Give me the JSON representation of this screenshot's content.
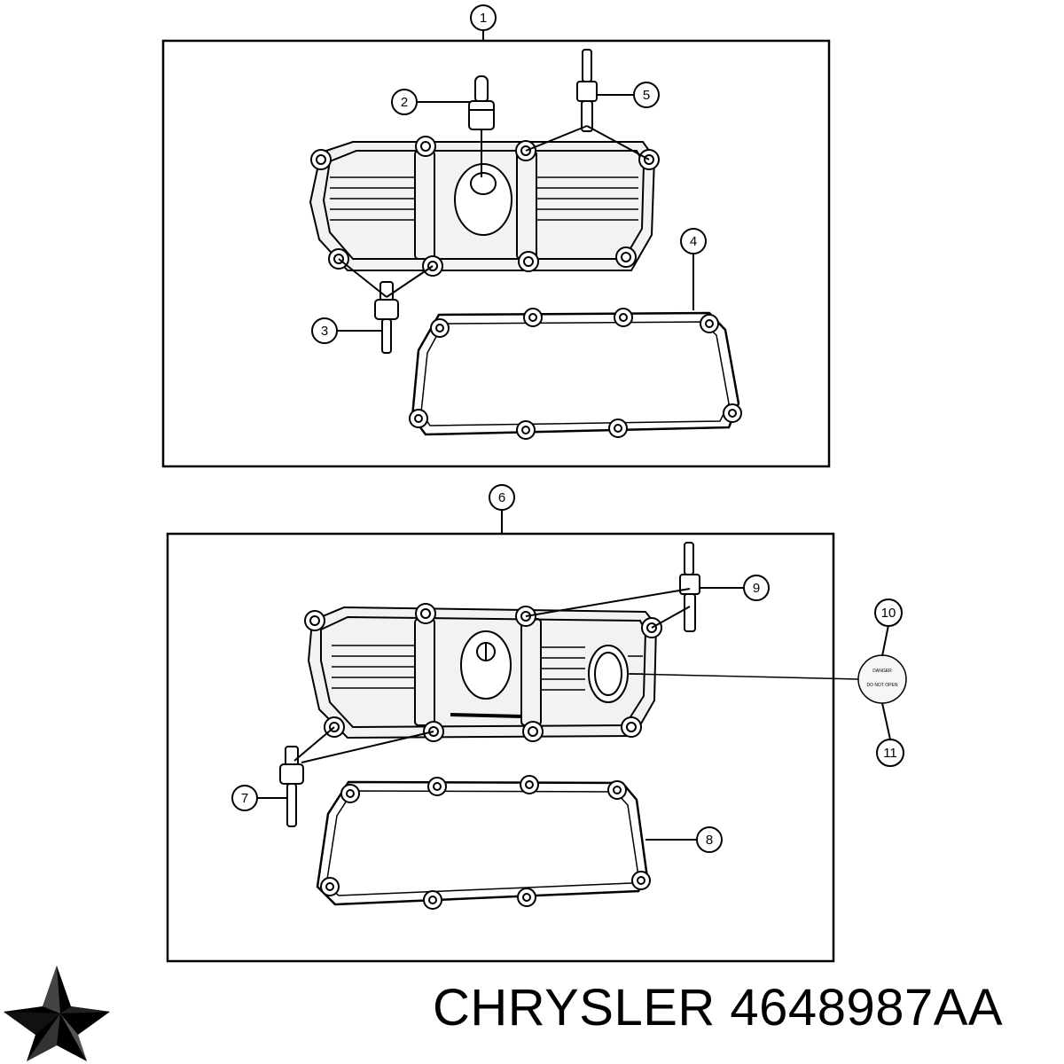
{
  "callouts": [
    "1",
    "2",
    "3",
    "4",
    "5",
    "6",
    "7",
    "8",
    "9",
    "10",
    "11"
  ],
  "caption": "CHRYSLER 4648987AA",
  "cap_text": [
    "DANGER",
    "DO NOT OPEN"
  ],
  "colors": {
    "line": "#000000",
    "background": "#ffffff",
    "cover_shade": "#f2f2f2"
  },
  "logo": "chrysler-pentastar-star-icon"
}
